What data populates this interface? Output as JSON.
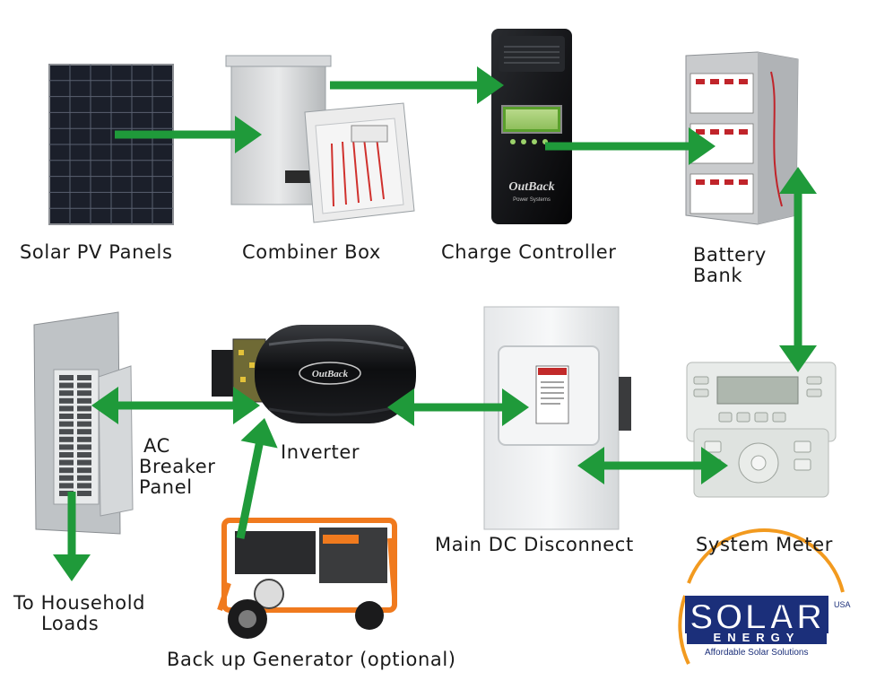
{
  "labels": {
    "solar_pv_panels": "Solar PV Panels",
    "combiner_box": "Combiner Box",
    "charge_controller": "Charge Controller",
    "battery_bank_line1": "Battery",
    "battery_bank_line2": "Bank",
    "ac_breaker_panel_line1": "AC",
    "ac_breaker_panel_line2": "Breaker",
    "ac_breaker_panel_line3": "Panel",
    "inverter": "Inverter",
    "main_dc_disconnect": "Main DC Disconnect",
    "system_meter": "System Meter",
    "household_loads_line1": "To Household",
    "household_loads_line2": "Loads",
    "backup_generator": "Back up Generator (optional)"
  },
  "device_text": {
    "charge_controller_brand": "OutBack",
    "charge_controller_sub": "Power Systems",
    "inverter_brand": "OutBack"
  },
  "logo": {
    "main": "SOLAR",
    "sub": "ENERGY",
    "usa": "USA",
    "tagline": "Affordable Solar Solutions"
  },
  "colors": {
    "arrow_green": "#1f9a3a",
    "logo_blue": "#1b2f7a",
    "logo_orange": "#f29a1f"
  }
}
